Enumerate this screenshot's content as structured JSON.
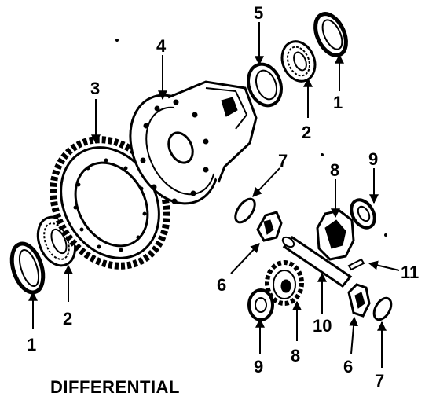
{
  "caption": "DIFFERENTIAL",
  "callouts": [
    "1",
    "2",
    "3",
    "4",
    "5",
    "2",
    "1",
    "7",
    "8",
    "9",
    "11",
    "6",
    "10",
    "8",
    "9",
    "6",
    "7"
  ],
  "parts": [
    "outer-bearing-race",
    "roller-bearing",
    "ring-gear",
    "differential-case",
    "bearing-shim",
    "roller-bearing",
    "bearing-race",
    "pinion-washer",
    "side-gear",
    "side-gear-washer",
    "pin",
    "pinion-gear",
    "pinion-shaft",
    "side-gear",
    "side-gear-washer",
    "pinion-gear",
    "pinion-washer"
  ],
  "colors": {
    "ink": "#000000",
    "paper": "#ffffff"
  }
}
